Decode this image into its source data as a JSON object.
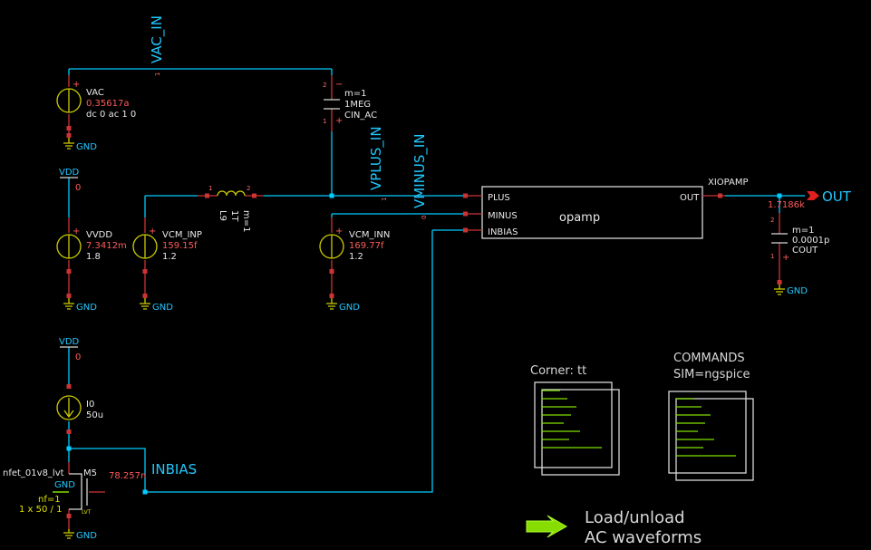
{
  "nets": {
    "vac_in": "VAC_IN",
    "vplus_in": "VPLUS_IN",
    "vminus_in": "VMINUS_IN",
    "inbias": "INBIAS",
    "out": "OUT"
  },
  "vac": {
    "name": "VAC",
    "value": "0.35617a",
    "params": "dc 0 ac 1 0",
    "gnd": "GND"
  },
  "cin": {
    "m": "m=1",
    "value": "1MEG",
    "name": "CIN_AC"
  },
  "vvdd": {
    "supply": "VDD",
    "supply_val": "0",
    "name": "VVDD",
    "value": "7.3412m",
    "param": "1.8",
    "gnd": "GND"
  },
  "vcm_inp": {
    "name": "VCM_INP",
    "value": "159.15f",
    "param": "1.2",
    "gnd": "GND"
  },
  "vcm_inn": {
    "name": "VCM_INN",
    "value": "169.77f",
    "param": "1.2",
    "gnd": "GND"
  },
  "inductor": {
    "name": "L9",
    "value": "1T",
    "m": "m=1"
  },
  "opamp": {
    "title": "opamp",
    "inst": "XIOPAMP",
    "pins": [
      "PLUS",
      "MINUS",
      "INBIAS"
    ],
    "out_pin": "OUT"
  },
  "out_value": "1.7186k",
  "cout": {
    "m": "m=1",
    "value": "0.0001p",
    "name": "COUT",
    "gnd": "GND"
  },
  "bias": {
    "supply": "VDD",
    "supply_val": "0",
    "name": "I0",
    "value": "50u",
    "mos_model": "nfet_01v8_lvt",
    "mos_name": "M5",
    "mos_value": "78.257n",
    "mos_gnd_label": "GND",
    "nf": "nf=1",
    "dims": "1 x 50 / 1",
    "lvt": "LVT",
    "gnd": "GND"
  },
  "pin_numbers": [
    "1",
    "2",
    "1",
    "2",
    "1",
    "1",
    "0",
    "2",
    "1"
  ],
  "corner": "Corner: tt",
  "commands": {
    "title": "COMMANDS",
    "sim": "SIM=ngspice"
  },
  "launcher": {
    "line1": "Load/unload",
    "line2": "AC waveforms"
  }
}
